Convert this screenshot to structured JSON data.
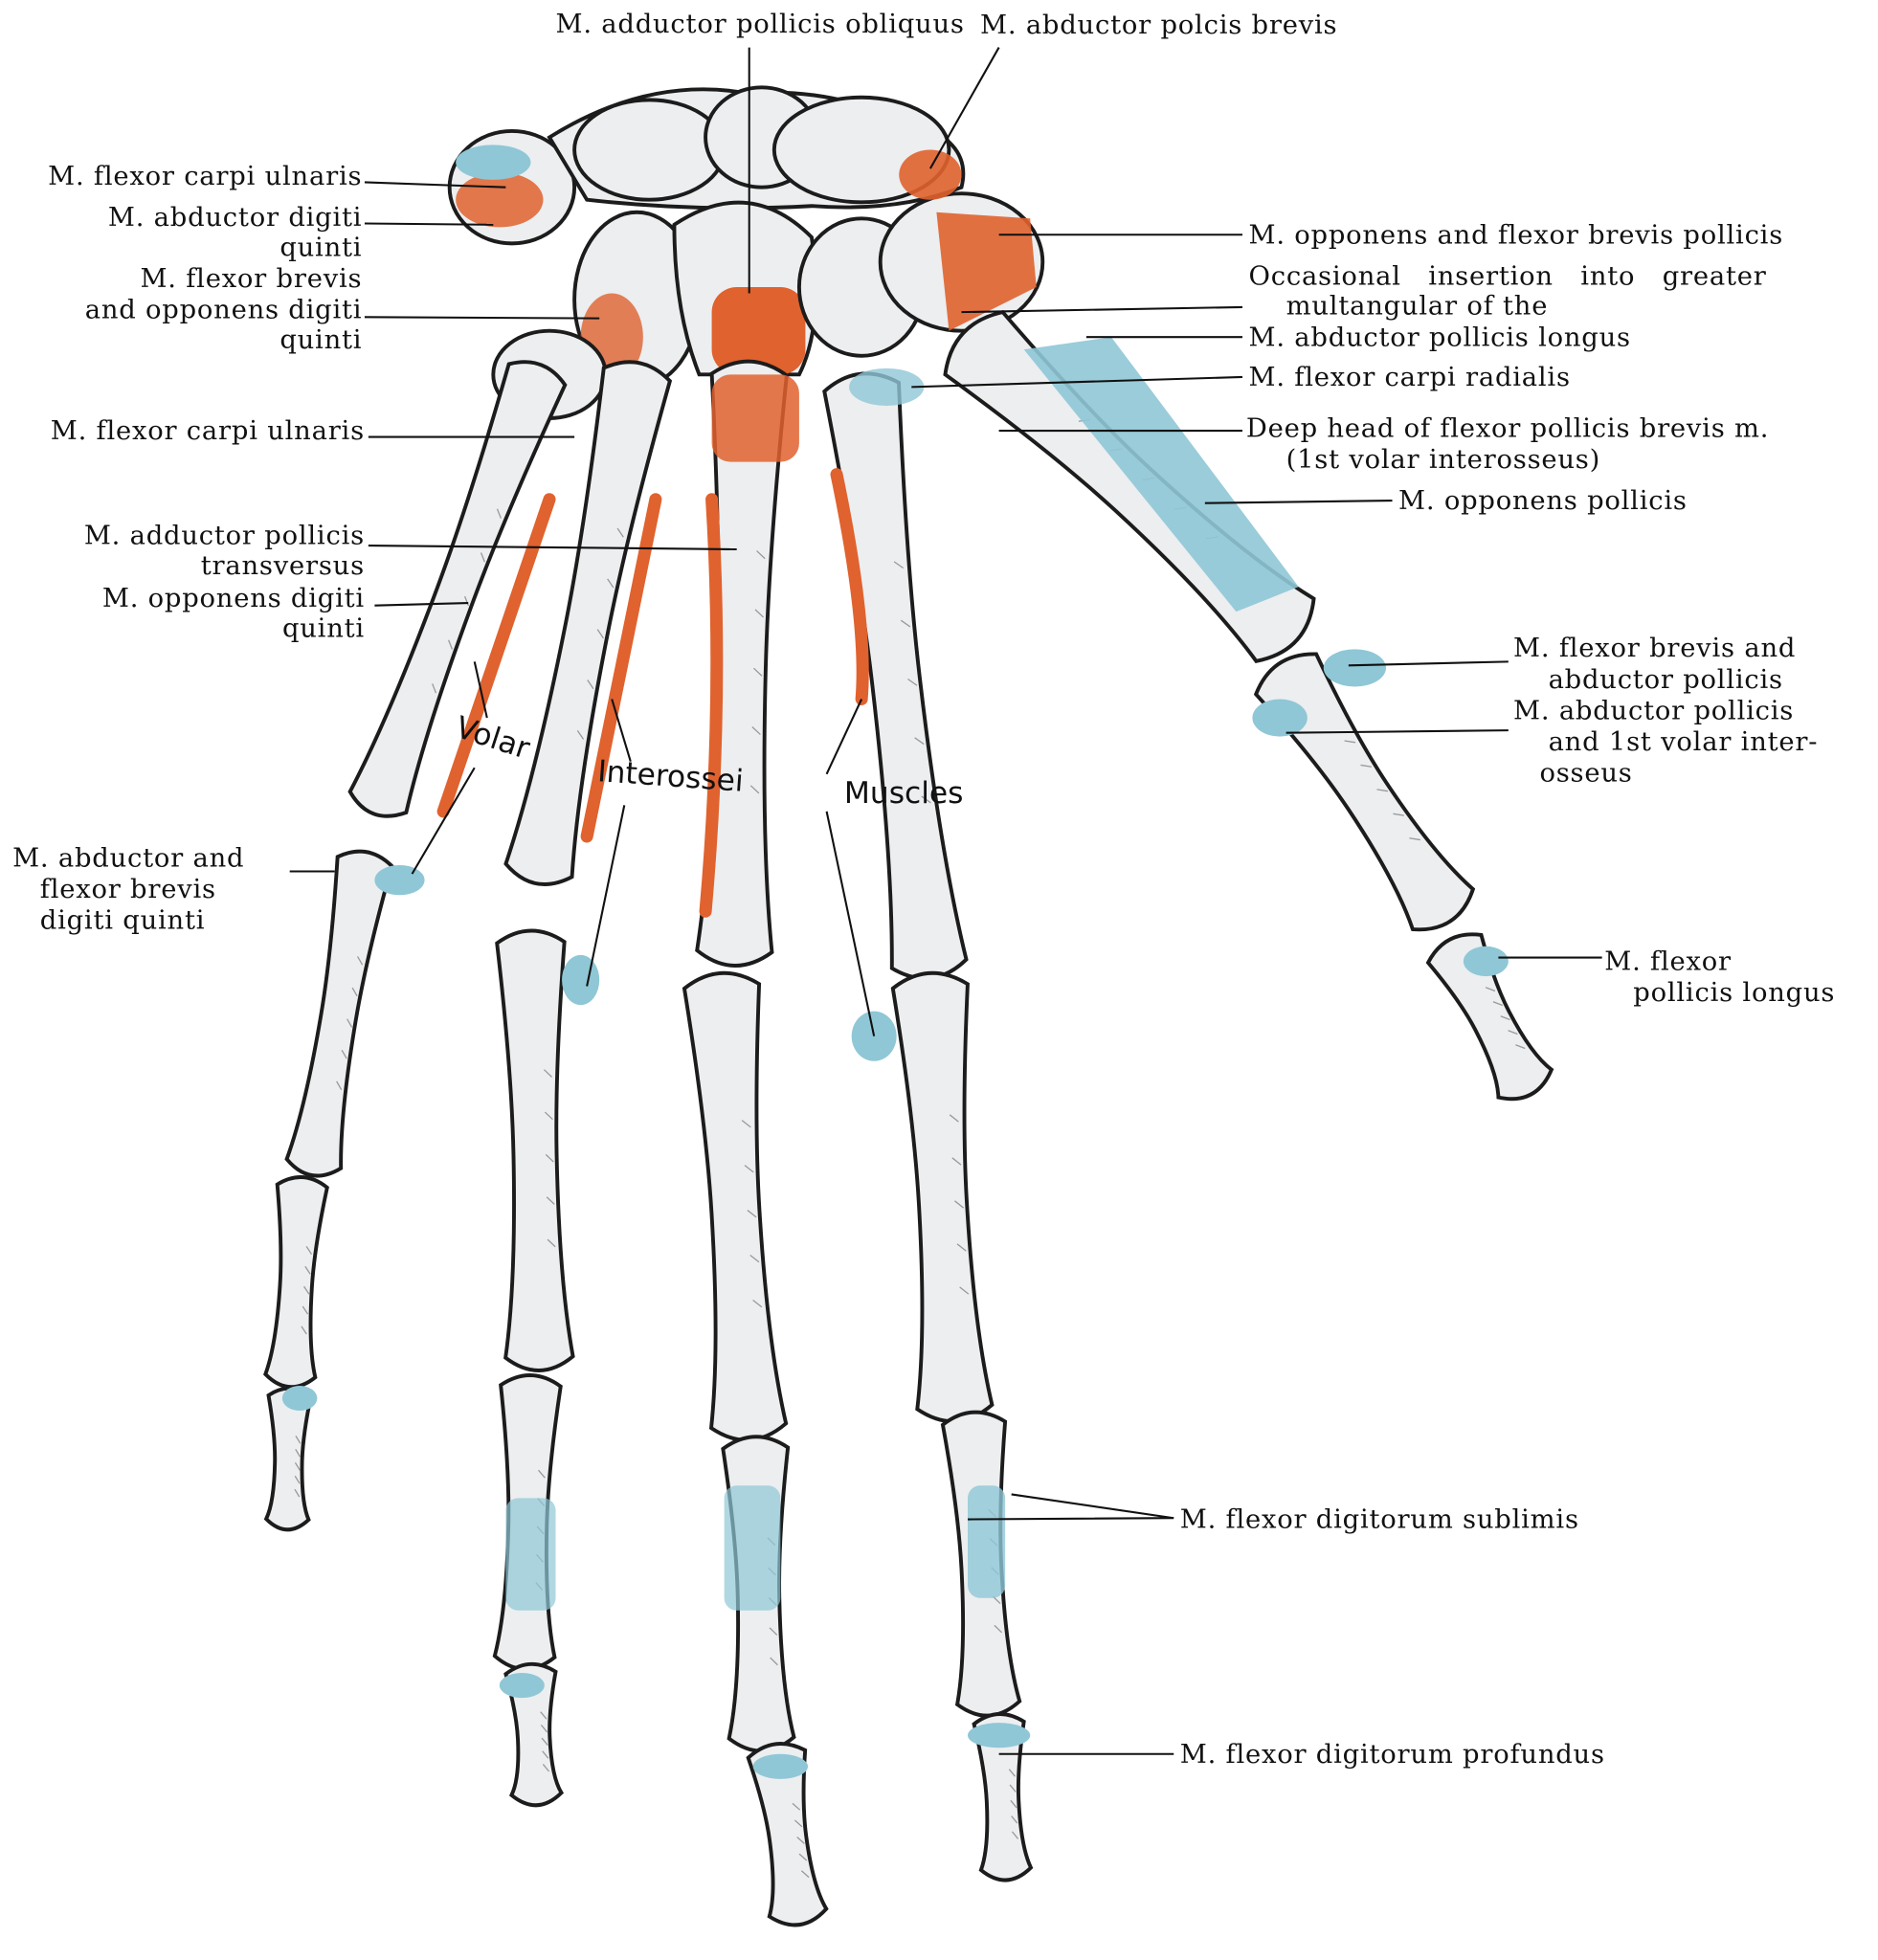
{
  "colors": {
    "bone": "#eceef0",
    "outline": "#1c1c1c",
    "muscle_origin": "#e0622e",
    "muscle_insertion": "#8fc7d6"
  },
  "labels": {
    "adductor_obliquus": "M. adductor pollicis obliquus",
    "abductor_brevis": "M. abductor polcis brevis",
    "fcu_top": "M. flexor carpi ulnaris",
    "abd_digiti": [
      "M. abductor digiti",
      "quinti"
    ],
    "flex_brevis_opp": [
      "M.  flexor  brevis",
      "and opponens digiti",
      "quinti"
    ],
    "fcu_mid": "M. flexor carpi ulnaris",
    "add_transversus": [
      "M. adductor pollicis",
      "transversus"
    ],
    "opp_digiti": [
      "M. opponens digiti",
      "quinti"
    ],
    "abd_flex_digiti": [
      "M. abductor and",
      "flexor brevis",
      "digiti quinti"
    ],
    "opp_flex_pollicis": "M. opponens and flexor brevis pollicis",
    "occasional": [
      "Occasional   insertion   into   greater",
      "multangular of the"
    ],
    "abd_longus": "M. abductor pollicis longus",
    "fcr": "M. flexor carpi radialis",
    "deep_head": [
      "Deep head of flexor pollicis brevis m.",
      "(1st volar interosseus)"
    ],
    "opp_pollicis": "M. opponens pollicis",
    "flex_brevis_abd": [
      "M.  flexor brevis and",
      "abductor pollicis"
    ],
    "abd_volar": [
      "M.  abductor  pollicis",
      "and 1st volar inter-",
      "osseus"
    ],
    "fpl": [
      "M. flexor",
      "pollicis longus"
    ],
    "fds": "M. flexor digitorum sublimis",
    "fdp": "M. flexor digitorum profundus",
    "inline": {
      "volar": "Volar",
      "interossei": "Interossei",
      "muscles": "Muscles"
    }
  }
}
